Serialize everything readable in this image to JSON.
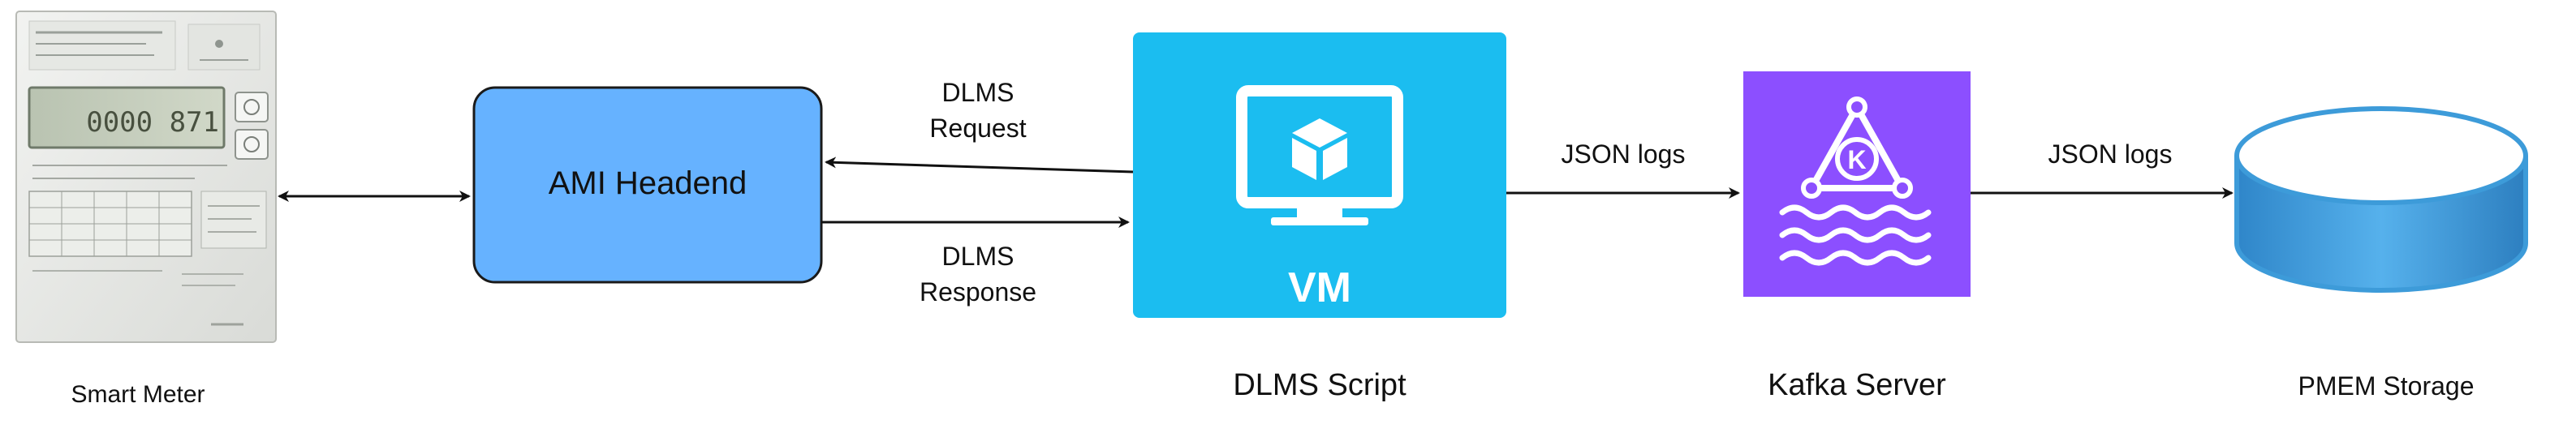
{
  "nodes": {
    "smart_meter": {
      "label": "Smart Meter"
    },
    "ami_headend": {
      "label": "AMI Headend",
      "fill": "#66b2ff",
      "stroke": "#1a1a1a"
    },
    "vm": {
      "icon_label": "VM",
      "label": "DLMS Script",
      "fill": "#1bbdf0",
      "icon": "virtual-machine-icon"
    },
    "kafka": {
      "icon_letter": "K",
      "label": "Kafka Server",
      "fill": "#8c4fff",
      "icon": "kafka-icon"
    },
    "pmem": {
      "label": "PMEM Storage",
      "fill": "#3d9bd9",
      "icon": "database-cylinder-icon"
    }
  },
  "edges": {
    "dlms_request": {
      "line1": "DLMS",
      "line2": "Request"
    },
    "dlms_response": {
      "line1": "DLMS",
      "line2": "Response"
    },
    "json_logs_1": {
      "label": "JSON logs"
    },
    "json_logs_2": {
      "label": "JSON logs"
    }
  },
  "meter_display": {
    "reading": "0000 871"
  }
}
